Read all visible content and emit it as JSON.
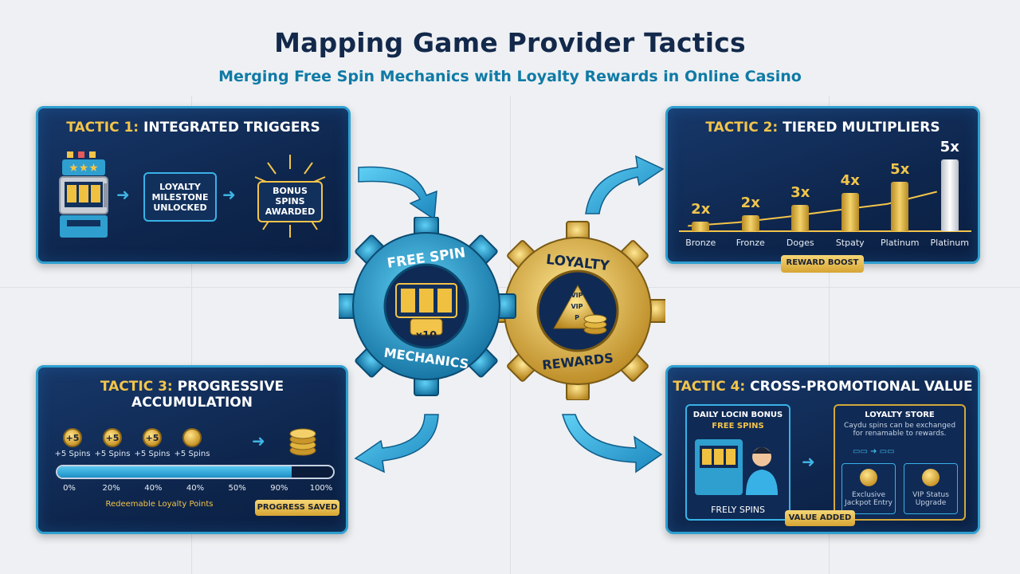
{
  "header": {
    "title": "Mapping Game Provider Tactics",
    "subtitle": "Merging Free Spin Mechanics with Loyalty Rewards in Online Casino"
  },
  "tactic1": {
    "prefix": "TACTIC 1:",
    "name": "INTEGRATED TRIGGERS",
    "milestone": "LOYALTY MILESTONE UNLOCKED",
    "bonus": "BONUS SPINS AWARDED"
  },
  "tactic2": {
    "prefix": "TACTIC 2:",
    "name": "TIERED MULTIPLIERS",
    "multipliers": [
      "2x",
      "2x",
      "3x",
      "4x",
      "5x",
      "5x"
    ],
    "tiers": [
      "Bronze",
      "Fronze",
      "Doges",
      "Stpaty",
      "Platinum",
      "Platinum"
    ],
    "levels": [
      0.12,
      0.2,
      0.33,
      0.48,
      0.62,
      0.9
    ],
    "badge": "REWARD BOOST"
  },
  "tactic3": {
    "prefix": "TACTIC 3:",
    "name": "PROGRESSIVE ACCUMULATION",
    "coins": [
      "+5",
      "+5",
      "+5",
      ""
    ],
    "coin_labels": [
      "+5 Spins",
      "+5 Spins",
      "+5 Spins",
      "+5 Spins"
    ],
    "progress": 0.85,
    "percent_labels": [
      "0%",
      "20%",
      "40%",
      "40%",
      "50%",
      "90%",
      "100%"
    ],
    "caption": "Redeemable Loyalty Points",
    "badge": "PROGRESS SAVED"
  },
  "tactic4": {
    "prefix": "TACTIC 4:",
    "name": "CROSS-PROMOTIONAL VALUE",
    "daily_title": "DAILY LOCIN BONUS",
    "daily_sub": "FREE SPINS",
    "daily_foot": "FRELY SPINS",
    "store_title": "LOYALTY STORE",
    "store_text": "Caydu  spins can be exchanged for renamable to rewards.",
    "store_item1": "Exclusive Jackpot Entry",
    "store_item2": "VIP Status Upgrade",
    "badge": "VALUE ADDED"
  },
  "gears": {
    "left_top": "FREE SPIN",
    "left_bottom": "MECHANICS",
    "multiplier": "x10",
    "right_top": "LOYALTY",
    "right_bottom": "REWARDS",
    "pyramid": [
      "VIP",
      "VIP",
      "P"
    ]
  },
  "colors": {
    "navy": "#13294b",
    "accent_blue": "#2e9fcf",
    "gold": "#f3c44a"
  }
}
